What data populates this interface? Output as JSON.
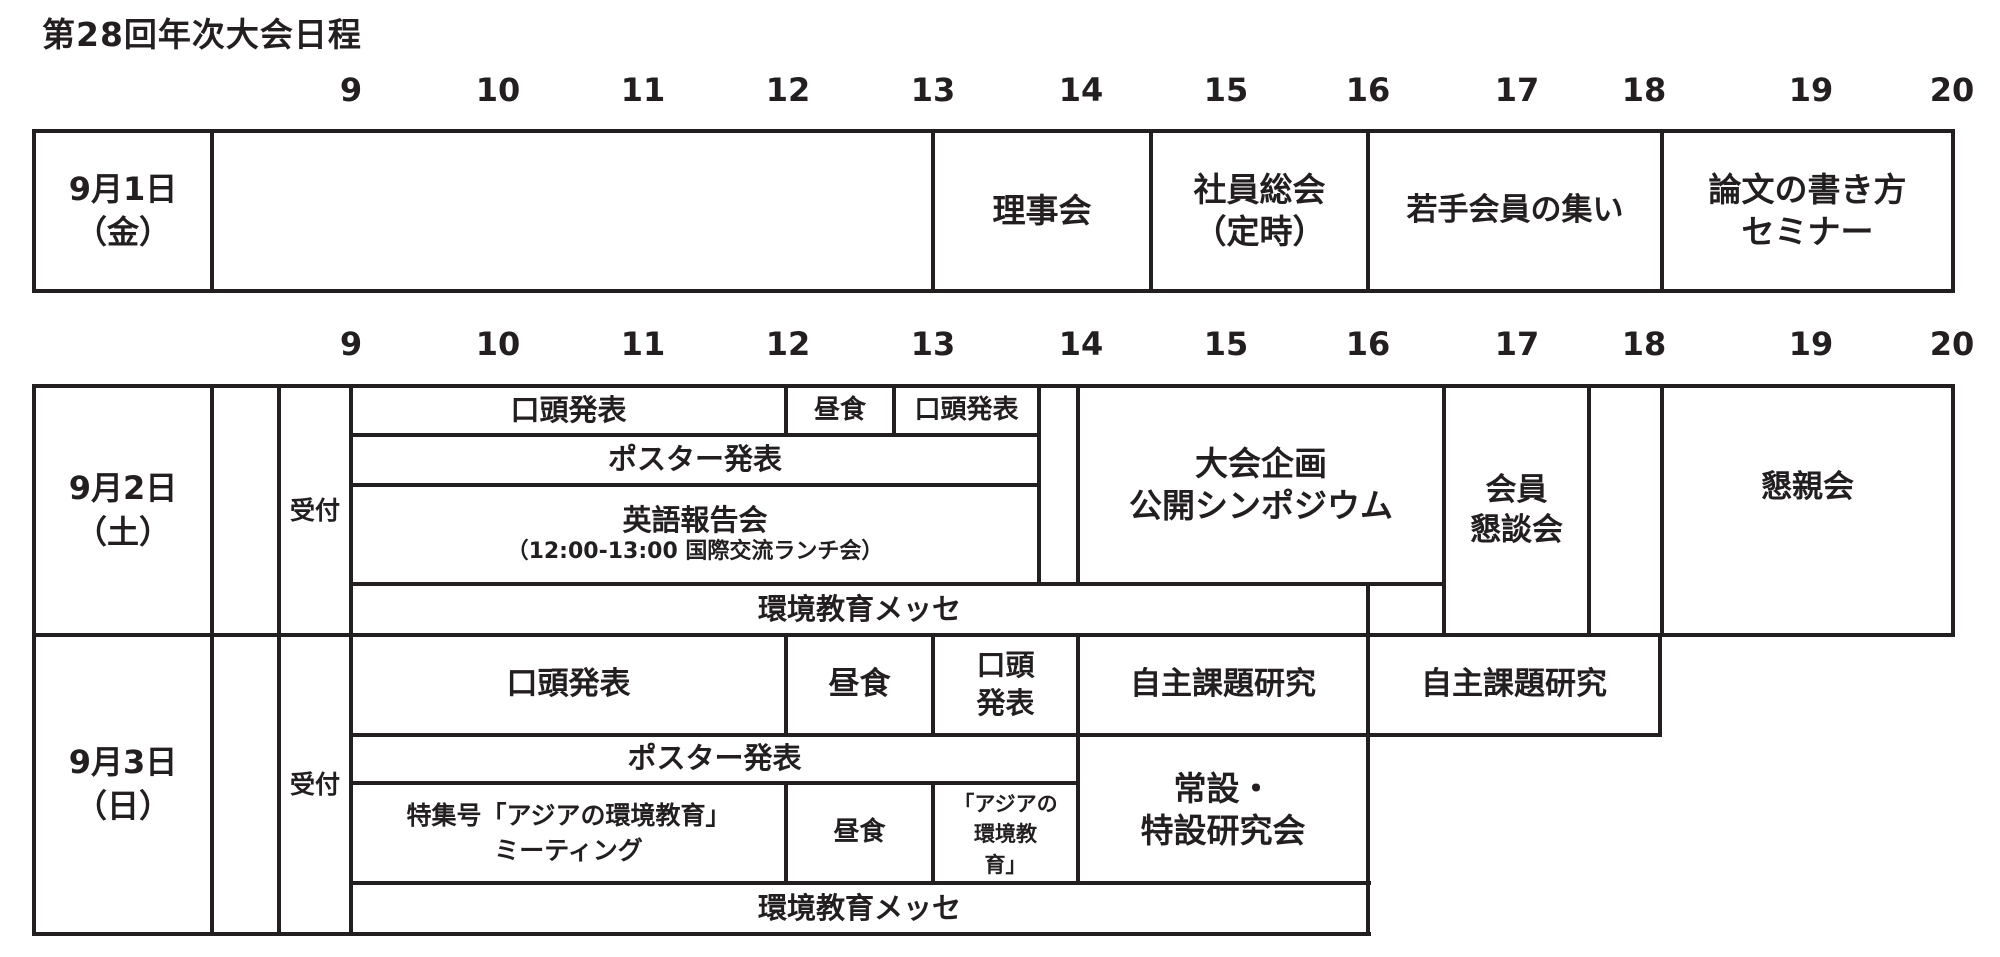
{
  "title": "第28回年次大会日程",
  "hours": [
    "9",
    "10",
    "11",
    "12",
    "13",
    "14",
    "15",
    "16",
    "17",
    "18",
    "19",
    "20"
  ],
  "day1": {
    "date": "9月1日",
    "weekday": "（金）",
    "events": {
      "board": "理事会",
      "general_assembly": "社員総会",
      "general_assembly_note": "（定時）",
      "young_members": "若手会員の集い",
      "seminar_line1": "論文の書き方",
      "seminar_line2": "セミナー"
    }
  },
  "day2": {
    "date": "9月2日",
    "weekday": "（土）",
    "reception": "受付",
    "events": {
      "oral_am": "口頭発表",
      "lunch": "昼食",
      "oral_pm": "口頭発表",
      "poster": "ポスター発表",
      "english": "英語報告会",
      "english_note": "（12:00-13:00 国際交流ランチ会）",
      "symposium_line1": "大会企画",
      "symposium_line2": "公開シンポジウム",
      "members_line1": "会員",
      "members_line2": "懇談会",
      "banquet": "懇親会",
      "messe": "環境教育メッセ"
    }
  },
  "day3": {
    "date": "9月3日",
    "weekday": "（日）",
    "reception": "受付",
    "events": {
      "oral": "口頭発表",
      "lunch": "昼食",
      "oral_short_line1": "口頭",
      "oral_short_line2": "発表",
      "self_study_1": "自主課題研究",
      "self_study_2": "自主課題研究",
      "poster": "ポスター発表",
      "special_line1": "特集号「アジアの環境教育」",
      "special_line2": "ミーティング",
      "lunch2": "昼食",
      "asia_line1": "「アジアの",
      "asia_line2": "環境教",
      "asia_line3": "育」",
      "standing_line1": "常設・",
      "standing_line2": "特設研究会",
      "messe": "環境教育メッセ"
    }
  }
}
